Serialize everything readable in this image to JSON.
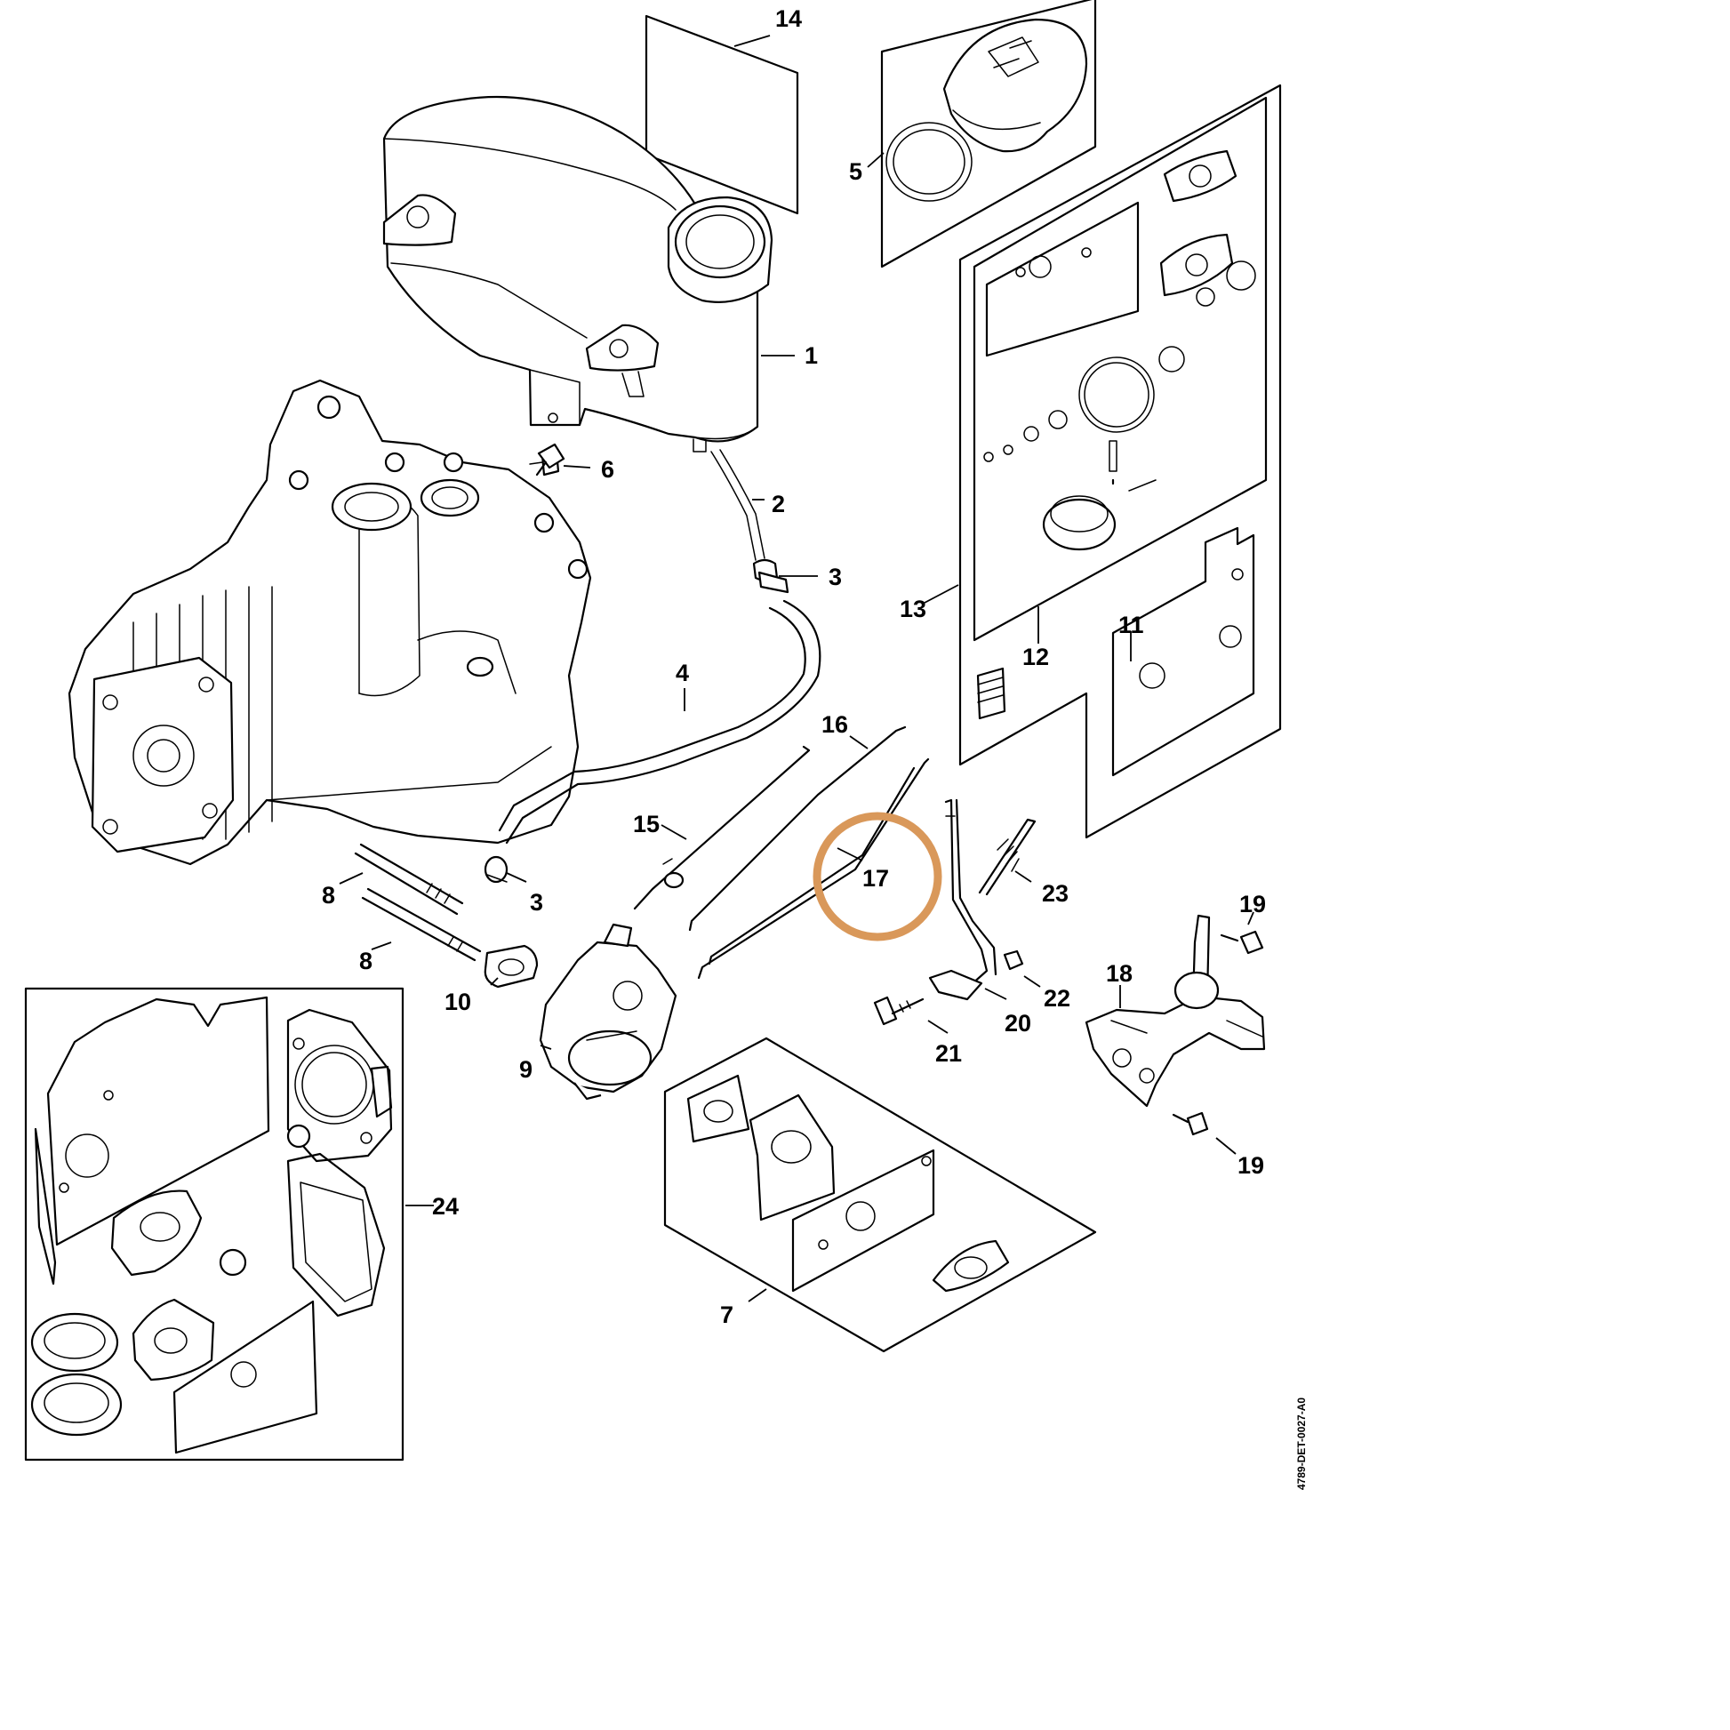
{
  "diagram": {
    "part_labels": [
      "14",
      "5",
      "1",
      "6",
      "2",
      "3",
      "13",
      "12",
      "11",
      "4",
      "16",
      "15",
      "17",
      "23",
      "8",
      "3",
      "19",
      "18",
      "8",
      "22",
      "10",
      "20",
      "9",
      "21",
      "24",
      "19",
      "7"
    ],
    "highlighted_label": "17",
    "highlight_color": "#d9985a",
    "reference_code": "4789-DET-0027-A0"
  }
}
